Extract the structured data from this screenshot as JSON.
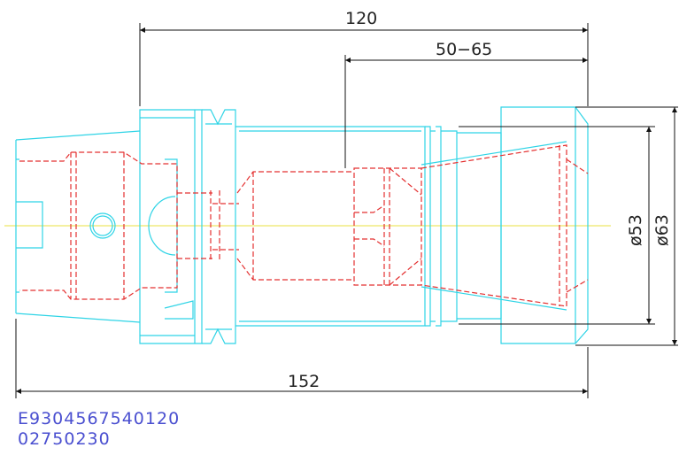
{
  "dimensions": {
    "overall_length": "120",
    "insertion_range": "50−65",
    "total_length": "152",
    "diameter_inner": "ø53",
    "diameter_outer": "ø63"
  },
  "codes": {
    "line1": "E9304567540120",
    "line2": "02750230"
  },
  "colors": {
    "outline": "#2fd4e6",
    "hidden_lines": "#e43030",
    "centerline": "#e8e040",
    "dimension": "#111111",
    "code_text": "#4a4fd0"
  }
}
